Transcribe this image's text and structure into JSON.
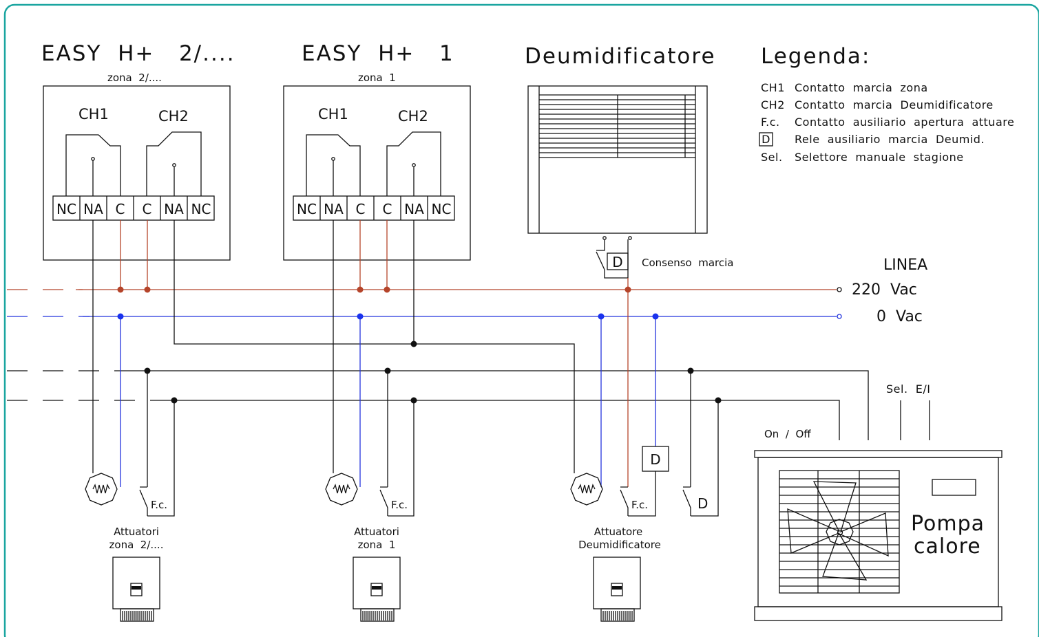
{
  "controllers": [
    {
      "title": "EASY  H+   2/....",
      "zone": "zona  2/...."
    },
    {
      "title": "EASY  H+   1",
      "zone": "zona  1"
    }
  ],
  "channel_labels": [
    "CH1",
    "CH2"
  ],
  "terminals": [
    "NC",
    "NA",
    "C",
    "C",
    "NA",
    "NC"
  ],
  "dehumidifier": {
    "title": "Deumidificatore",
    "consent_label": "Consenso  marcia",
    "relay_letter": "D"
  },
  "legend": {
    "title": "Legenda:",
    "items": [
      {
        "key": "CH1",
        "text": "Contatto  marcia  zona"
      },
      {
        "key": "CH2",
        "text": "Contatto  marcia  Deumidificatore"
      },
      {
        "key": "F.c.",
        "text": "Contatto  ausiliario  apertura  attuare"
      },
      {
        "key": "D",
        "text": "Rele  ausiliario  marcia  Deumid."
      },
      {
        "key": "Sel.",
        "text": "Selettore  manuale  stagione"
      }
    ]
  },
  "line": {
    "title": "LINEA",
    "phase": "220  Vac",
    "neutral": "0  Vac"
  },
  "heat_pump": {
    "line1": "Pompa",
    "line2": "calore",
    "onoff": "On  /  Off",
    "selector": "Sel.  E/I"
  },
  "contacts": {
    "fc": "F.c.",
    "d": "D"
  },
  "actuators": [
    {
      "line1": "Attuatori",
      "line2": "zona  2/...."
    },
    {
      "line1": "Attuatori",
      "line2": "zona  1"
    },
    {
      "line1": "Attuatore",
      "line2": "Deumidificatore"
    }
  ],
  "colors": {
    "phase": "#b5442a",
    "neutral": "#2233dd",
    "wire": "#111111",
    "frame": "#1aa5a0"
  }
}
